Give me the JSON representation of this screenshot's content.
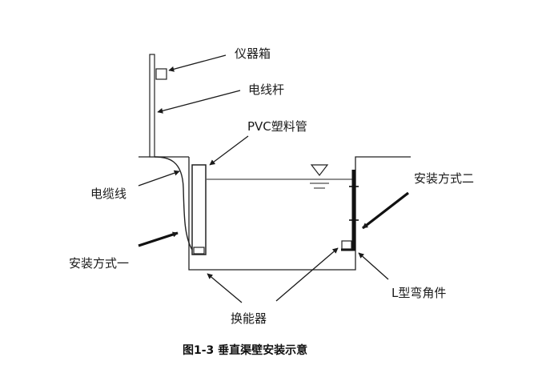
{
  "labels": {
    "instrument_box": "仪器箱",
    "pole": "电线杆",
    "pvc_pipe": "PVC塑料管",
    "cable": "电缆线",
    "method_one": "安装方式一",
    "method_two": "安装方式二",
    "l_bracket": "L型弯角件",
    "transducer": "换能器"
  },
  "caption": "图1-3 垂直渠壁安装示意"
}
